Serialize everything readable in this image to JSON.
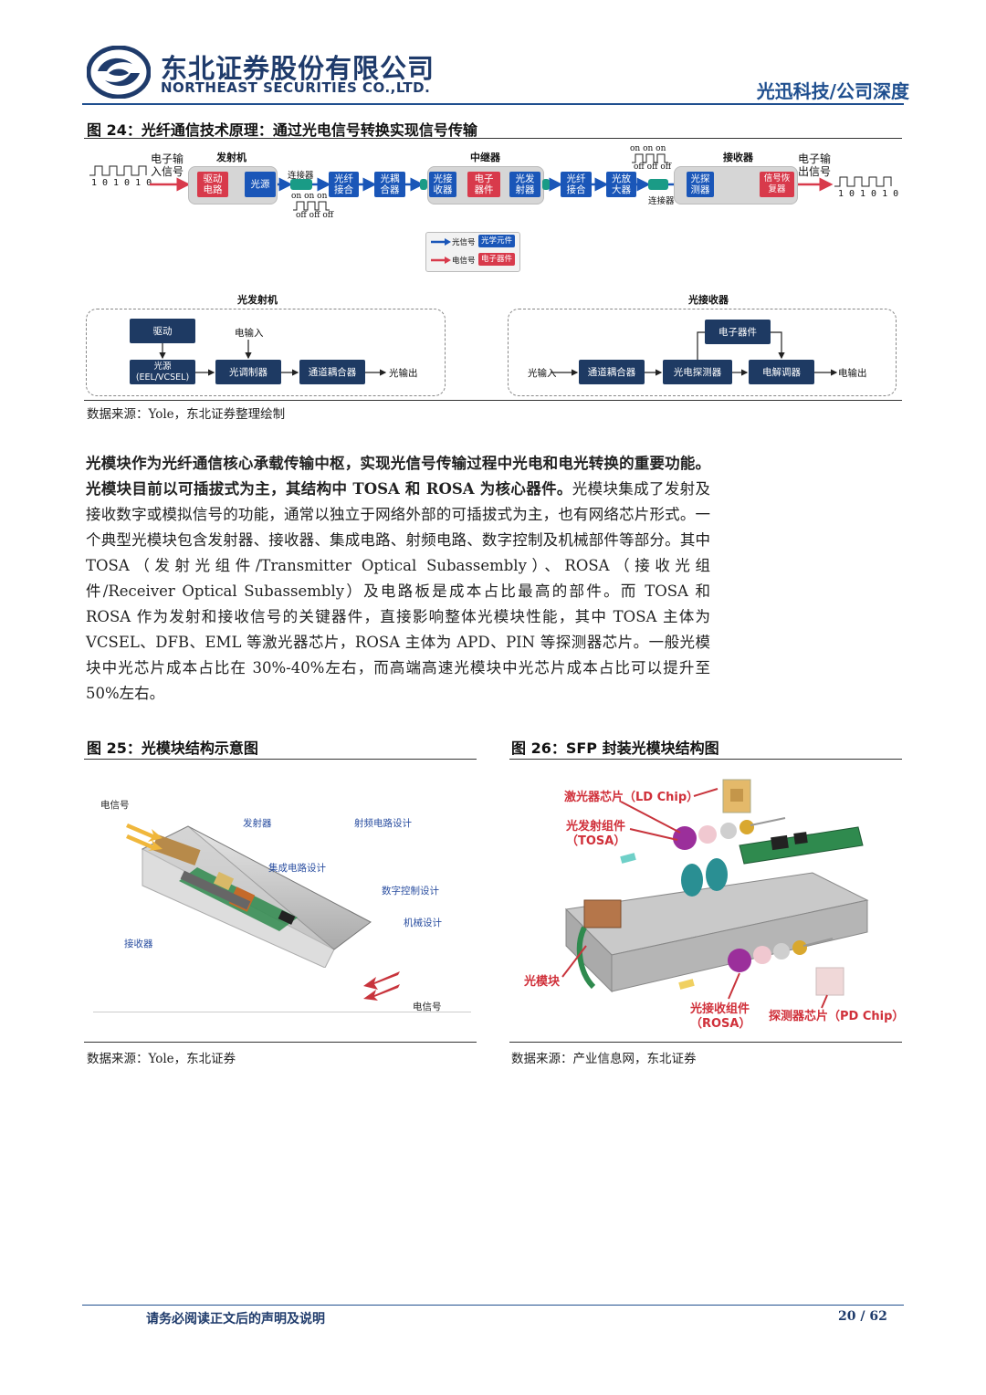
{
  "header": {
    "company_cn": "东北证券股份有限公司",
    "company_en": "NORTHEAST SECURITIES CO.,LTD.",
    "report_tag": "光迅科技/公司深度"
  },
  "fig24": {
    "title": "图 24：光纤通信技术原理：通过光电信号转换实现信号传输",
    "input_label": "电子输\n入信号",
    "output_label": "电子输\n出信号",
    "binary_in": "101010",
    "binary_out": "101010",
    "group_tx": "发射机",
    "group_rep": "中继器",
    "group_rx": "接收器",
    "boxes": {
      "drive": "驱动\n电路",
      "source": "光源",
      "fiber1": "光纤\n接合",
      "coupler": "光耦\n合器",
      "optrecv": "光接\n收器",
      "elec": "电子\n器件",
      "opttx": "光发\n射器",
      "fiber2": "光纤\n接合",
      "amp": "光放\n大器",
      "detector": "光探\n测器",
      "recover": "信号恢\n复器"
    },
    "connector1": "连接器",
    "connector2": "连接器",
    "onoff_top": "on on on",
    "onoff_bottom": "off off off",
    "legend": {
      "optical_signal": "光信号",
      "optical_part": "光学元件",
      "electrical_signal": "电信号",
      "electronic_part": "电子器件"
    },
    "tx_panel": {
      "title": "光发射机",
      "drive": "驱动",
      "source": "光源\n(EEL/VCSEL)",
      "elec_in": "电输入",
      "modulator": "光调制器",
      "coupler": "通道耦合器",
      "opt_out": "光输出"
    },
    "rx_panel": {
      "title": "光接收器",
      "opt_in": "光输入",
      "coupler": "通道耦合器",
      "detector": "光电探测器",
      "electronic": "电子器件",
      "demod": "电解调器",
      "elec_out": "电输出"
    },
    "source": "数据来源：Yole，东北证券整理绘制"
  },
  "body": {
    "lead": "光模块作为光纤通信核心承载传输中枢，实现光信号传输过程中光电和电光转换的重要功能。光模块目前以可插拔式为主，其结构中 TOSA 和 ROSA 为核心器件。",
    "text": "光模块集成了发射及接收数字或模拟信号的功能，通常以独立于网络外部的可插拔式为主，也有网络芯片形式。一个典型光模块包含发射器、接收器、集成电路、射频电路、数字控制及机械部件等部分。其中 TOSA（发射光组件/Transmitter Optical Subassembly）、ROSA（接收光组件/Receiver Optical Subassembly）及电路板是成本占比最高的部件。而 TOSA 和 ROSA 作为发射和接收信号的关键器件，直接影响整体光模块性能，其中 TOSA 主体为 VCSEL、DFB、EML 等激光器芯片，ROSA 主体为 APD、PIN 等探测器芯片。一般光模块中光芯片成本占比在 30%-40%左右，而高端高速光模块中光芯片成本占比可以提升至 50%左右。"
  },
  "fig25": {
    "title": "图 25：光模块结构示意图",
    "labels": {
      "elec_top": "电信号",
      "transmitter": "发射器",
      "rf": "射频电路设计",
      "ic": "集成电路设计",
      "digital": "数字控制设计",
      "mech": "机械设计",
      "receiver": "接收器",
      "elec_bottom": "电信号"
    },
    "source": "数据来源：Yole，东北证券"
  },
  "fig26": {
    "title": "图 26：SFP 封装光模块结构图",
    "labels": {
      "ld": "激光器芯片（LD Chip）",
      "tosa1": "光发射组件",
      "tosa2": "（TOSA）",
      "module": "光模块",
      "rosa1": "光接收组件",
      "rosa2": "（ROSA）",
      "pd": "探测器芯片（PD Chip）"
    },
    "source": "数据来源：产业信息网，东北证券"
  },
  "footer": {
    "disclaimer": "请务必阅读正文后的声明及说明",
    "page": "20 / 62"
  }
}
